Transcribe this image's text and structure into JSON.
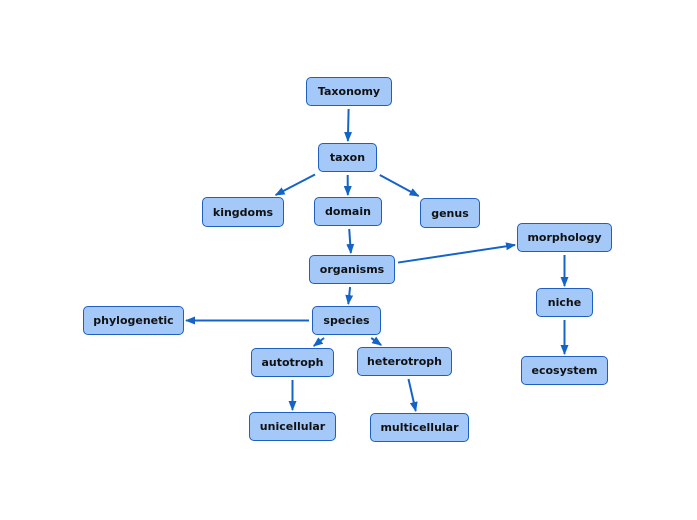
{
  "diagram": {
    "edge_color": "#1464c8",
    "node_fill": "#a4c8f8",
    "node_border": "#1f5fbf",
    "nodes": [
      {
        "id": "taxonomy",
        "label": "Taxonomy"
      },
      {
        "id": "taxon",
        "label": "taxon"
      },
      {
        "id": "kingdoms",
        "label": "kingdoms"
      },
      {
        "id": "domain",
        "label": "domain"
      },
      {
        "id": "genus",
        "label": "genus"
      },
      {
        "id": "organisms",
        "label": "organisms"
      },
      {
        "id": "morphology",
        "label": "morphology"
      },
      {
        "id": "niche",
        "label": "niche"
      },
      {
        "id": "ecosystem",
        "label": "ecosystem"
      },
      {
        "id": "species",
        "label": "species"
      },
      {
        "id": "phylogenetic",
        "label": "phylogenetic"
      },
      {
        "id": "autotroph",
        "label": "autotroph"
      },
      {
        "id": "heterotroph",
        "label": "heterotroph"
      },
      {
        "id": "unicellular",
        "label": "unicellular"
      },
      {
        "id": "multicellular",
        "label": "multicellular"
      }
    ],
    "edges": [
      {
        "from": "taxonomy",
        "to": "taxon"
      },
      {
        "from": "taxon",
        "to": "kingdoms"
      },
      {
        "from": "taxon",
        "to": "domain"
      },
      {
        "from": "taxon",
        "to": "genus"
      },
      {
        "from": "domain",
        "to": "organisms"
      },
      {
        "from": "organisms",
        "to": "morphology"
      },
      {
        "from": "organisms",
        "to": "species"
      },
      {
        "from": "morphology",
        "to": "niche"
      },
      {
        "from": "niche",
        "to": "ecosystem"
      },
      {
        "from": "species",
        "to": "phylogenetic"
      },
      {
        "from": "species",
        "to": "autotroph"
      },
      {
        "from": "species",
        "to": "heterotroph"
      },
      {
        "from": "autotroph",
        "to": "unicellular"
      },
      {
        "from": "heterotroph",
        "to": "multicellular"
      }
    ]
  }
}
